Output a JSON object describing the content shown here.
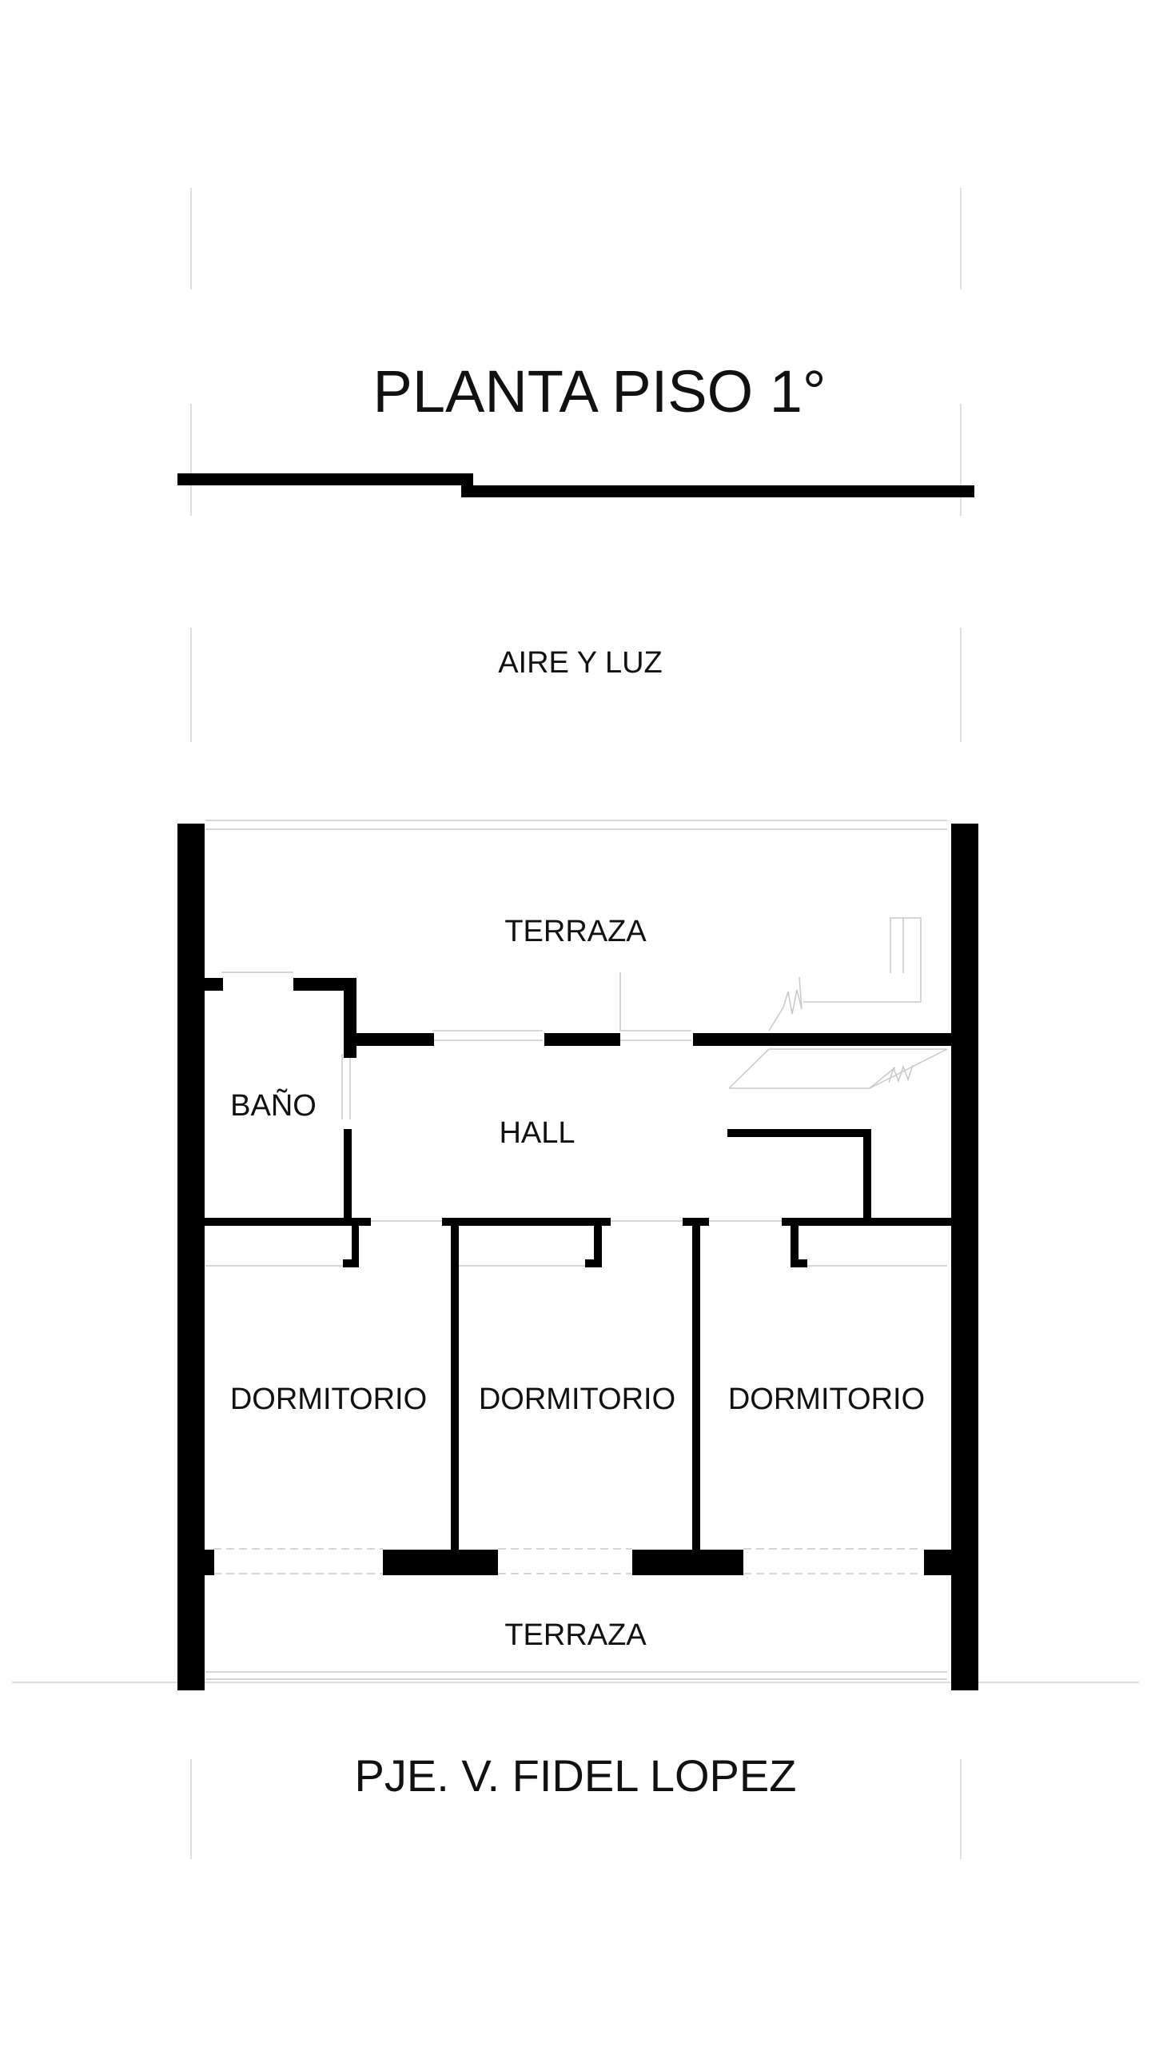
{
  "title": "PLANTA PISO 1°",
  "rooms": {
    "aire_y_luz": "AIRE Y LUZ",
    "terraza_front": "TERRAZA",
    "bano": "BAÑO",
    "hall": "HALL",
    "dormitorio_1": "DORMITORIO",
    "dormitorio_2": "DORMITORIO",
    "dormitorio_3": "DORMITORIO",
    "terraza_rear": "TERRAZA"
  },
  "street": "PJE. V. FIDEL LOPEZ",
  "colors": {
    "wall": "#000000",
    "thin_line": "#c8c8c8",
    "text": "#111111",
    "background": "#ffffff"
  }
}
